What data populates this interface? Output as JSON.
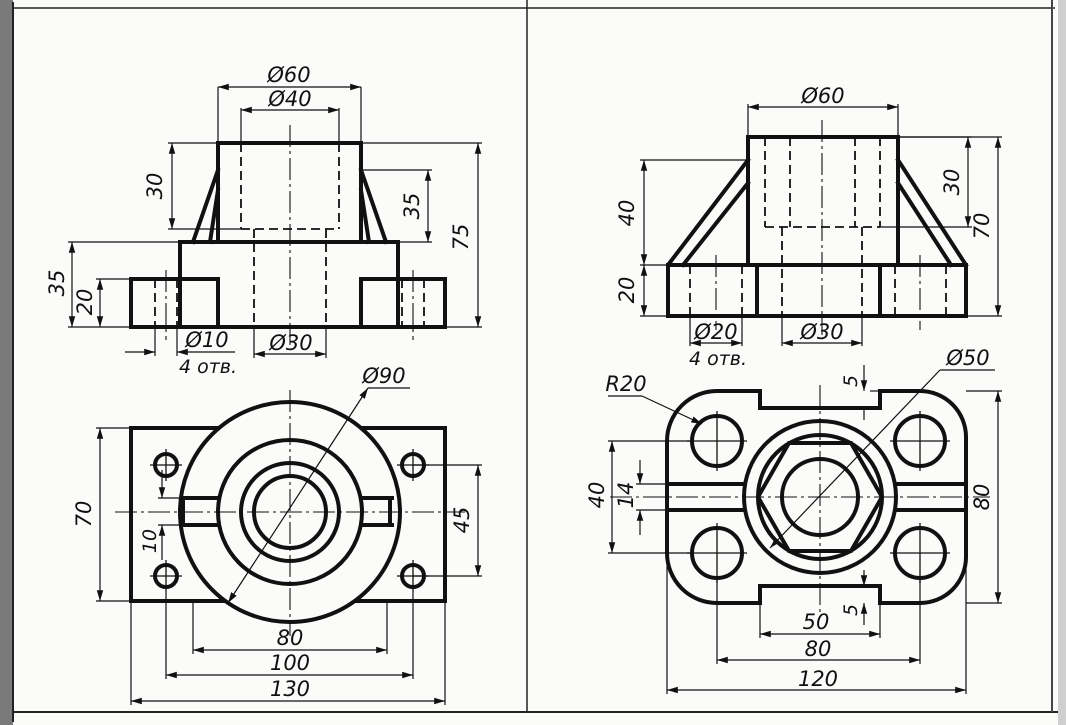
{
  "drawing1": {
    "front": {
      "d_outer": "Ø60",
      "d_inner": "Ø40",
      "h_boss": "30",
      "h_rib": "35",
      "h_total": "75",
      "h_body": "35",
      "h_flange": "20",
      "d_hole": "Ø10",
      "holes": "4 отв.",
      "d_bore": "Ø30"
    },
    "top": {
      "d_flange": "Ø90",
      "width": "70",
      "slot": "10",
      "hole_spacing_y": "45",
      "hole_spacing_x": "80",
      "span": "100",
      "length": "130"
    }
  },
  "drawing2": {
    "front": {
      "d_outer": "Ø60",
      "h_rib": "40",
      "h_base": "20",
      "h_boss": "30",
      "h_total": "70",
      "d_hole": "Ø20",
      "holes": "4 отв.",
      "d_bore": "Ø30"
    },
    "top": {
      "d_hex": "Ø50",
      "radius": "R20",
      "notch": "5",
      "notch_bottom": "5",
      "hole_spacing_y": "40",
      "groove": "14",
      "width": "80",
      "notch_width": "50",
      "hole_spacing_x": "80",
      "length": "120"
    }
  }
}
